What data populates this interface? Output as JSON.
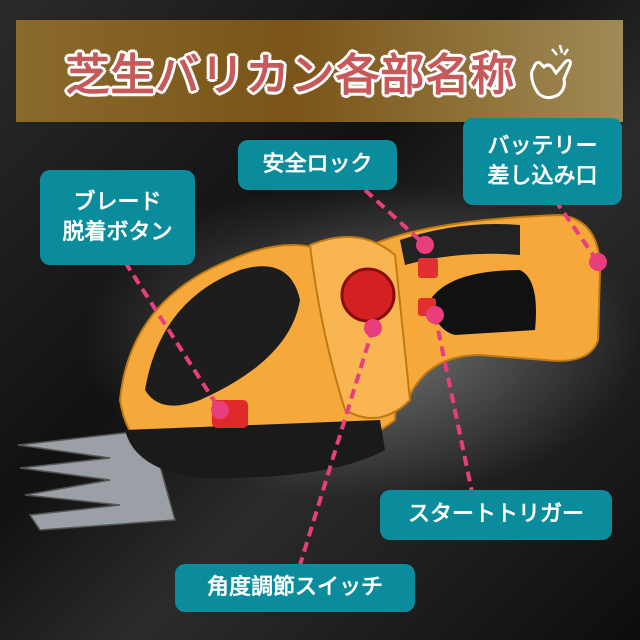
{
  "title": "芝生バリカン各部名称",
  "title_icon": "pointing-hand-icon",
  "colors": {
    "label_bg": "#0a8c9c",
    "pointer": "#e83e7e",
    "title_text": "#c65a5a",
    "banner": "#8a6a2c",
    "body": "#f5a623"
  },
  "labels": {
    "blade_release": [
      "ブレード",
      "脱着ボタン"
    ],
    "safety_lock": "安全ロック",
    "battery_slot": [
      "バッテリー",
      "差し込み口"
    ],
    "start_trigger": "スタートトリガー",
    "angle_switch": "角度調節スイッチ"
  }
}
